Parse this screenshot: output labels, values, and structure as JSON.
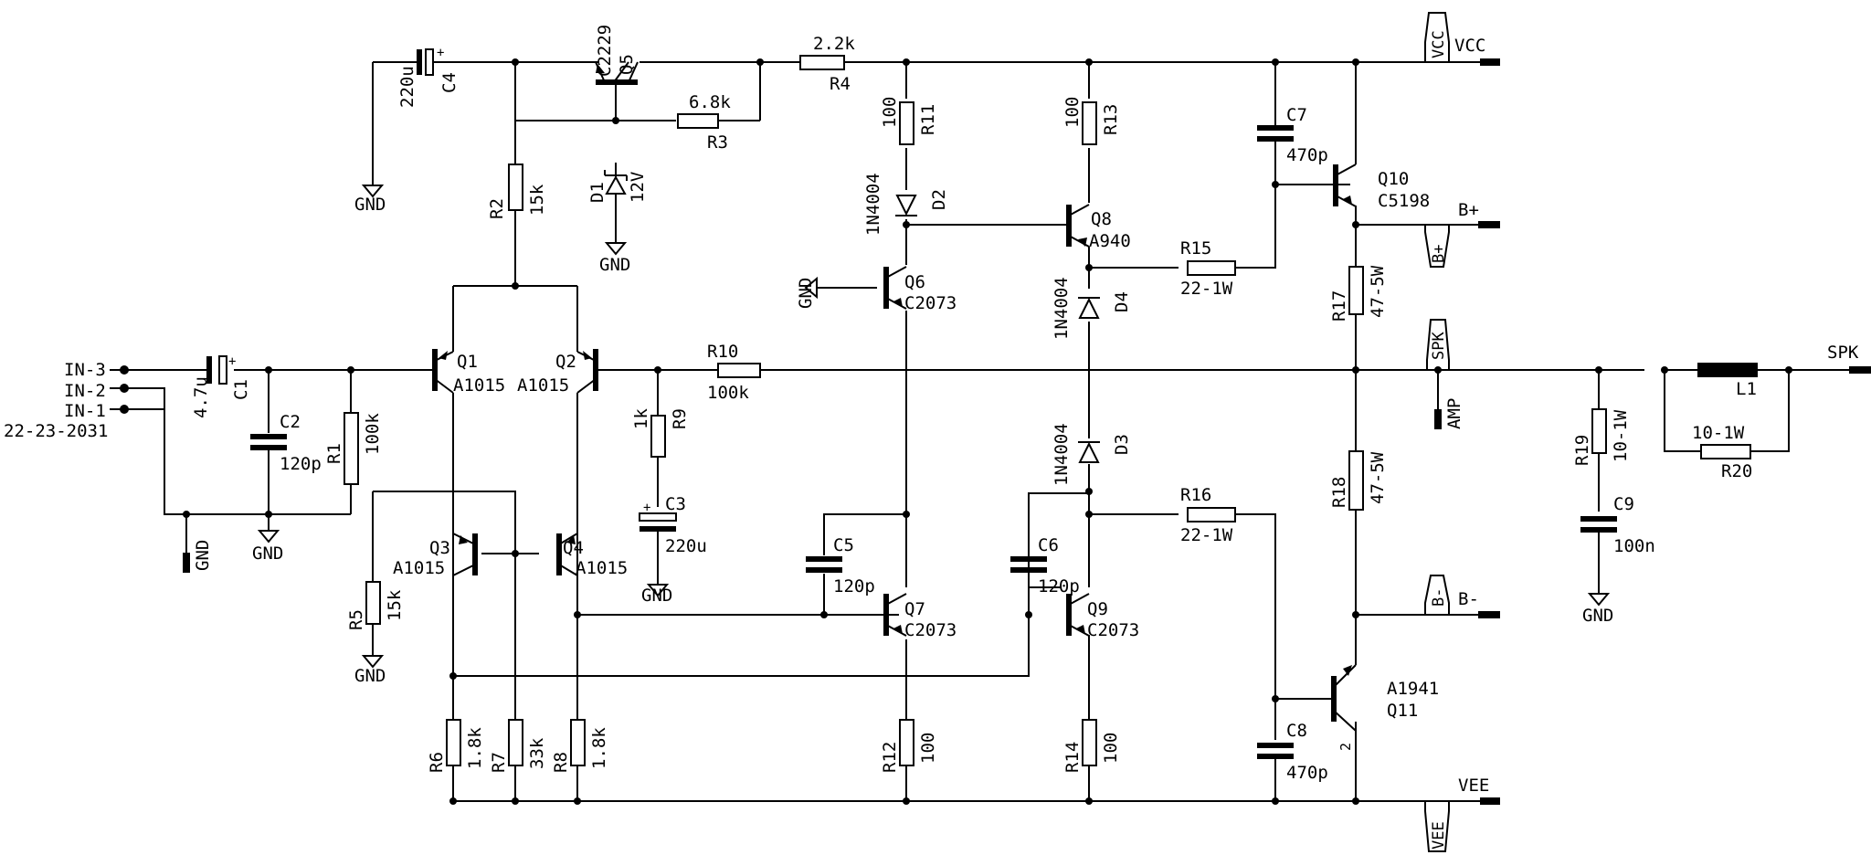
{
  "connector": {
    "pins": [
      "IN-3",
      "IN-2",
      "IN-1"
    ],
    "part_number": "22-23-2031"
  },
  "rails": {
    "vcc": "VCC",
    "vee": "VEE",
    "gnd": "GND",
    "b_plus": "B+",
    "b_minus": "B-",
    "spk": "SPK",
    "amp": "AMP"
  },
  "components": {
    "C1": {
      "ref": "C1",
      "value": "4.7u"
    },
    "C2": {
      "ref": "C2",
      "value": "120p"
    },
    "C3": {
      "ref": "C3",
      "value": "220u"
    },
    "C4": {
      "ref": "C4",
      "value": "220u"
    },
    "C5": {
      "ref": "C5",
      "value": "120p"
    },
    "C6": {
      "ref": "C6",
      "value": "120p"
    },
    "C7": {
      "ref": "C7",
      "value": "470p"
    },
    "C8": {
      "ref": "C8",
      "value": "470p"
    },
    "C9": {
      "ref": "C9",
      "value": "100n"
    },
    "R1": {
      "ref": "R1",
      "value": "100k"
    },
    "R2": {
      "ref": "R2",
      "value": "15k"
    },
    "R3": {
      "ref": "R3",
      "value": "6.8k"
    },
    "R4": {
      "ref": "R4",
      "value": "2.2k"
    },
    "R5": {
      "ref": "R5",
      "value": "15k"
    },
    "R6": {
      "ref": "R6",
      "value": "1.8k"
    },
    "R7": {
      "ref": "R7",
      "value": "33k"
    },
    "R8": {
      "ref": "R8",
      "value": "1.8k"
    },
    "R9": {
      "ref": "R9",
      "value": "1k"
    },
    "R10": {
      "ref": "R10",
      "value": "100k"
    },
    "R11": {
      "ref": "R11",
      "value": "100"
    },
    "R12": {
      "ref": "R12",
      "value": "100"
    },
    "R13": {
      "ref": "R13",
      "value": "100"
    },
    "R14": {
      "ref": "R14",
      "value": "100"
    },
    "R15": {
      "ref": "R15",
      "value": "22-1W"
    },
    "R16": {
      "ref": "R16",
      "value": "22-1W"
    },
    "R17": {
      "ref": "R17",
      "value": "47-5W"
    },
    "R18": {
      "ref": "R18",
      "value": "47-5W"
    },
    "R19": {
      "ref": "R19",
      "value": "10-1W"
    },
    "R20": {
      "ref": "R20",
      "value": "10-1W"
    },
    "D1": {
      "ref": "D1",
      "value": "12V"
    },
    "D2": {
      "ref": "D2",
      "value": "1N4004"
    },
    "D3": {
      "ref": "D3",
      "value": "1N4004"
    },
    "D4": {
      "ref": "D4",
      "value": "1N4004"
    },
    "Q1": {
      "ref": "Q1",
      "value": "A1015"
    },
    "Q2": {
      "ref": "Q2",
      "value": "A1015"
    },
    "Q3": {
      "ref": "Q3",
      "value": "A1015"
    },
    "Q4": {
      "ref": "Q4",
      "value": "A1015"
    },
    "Q5": {
      "ref": "Q5",
      "value": "C2229"
    },
    "Q6": {
      "ref": "Q6",
      "value": "C2073"
    },
    "Q7": {
      "ref": "Q7",
      "value": "C2073"
    },
    "Q8": {
      "ref": "Q8",
      "value": "A940"
    },
    "Q9": {
      "ref": "Q9",
      "value": "C2073"
    },
    "Q10": {
      "ref": "Q10",
      "value": "C5198"
    },
    "Q11": {
      "ref": "Q11",
      "value": "A1941"
    },
    "L1": {
      "ref": "L1"
    }
  },
  "pin_number_q11": "2"
}
